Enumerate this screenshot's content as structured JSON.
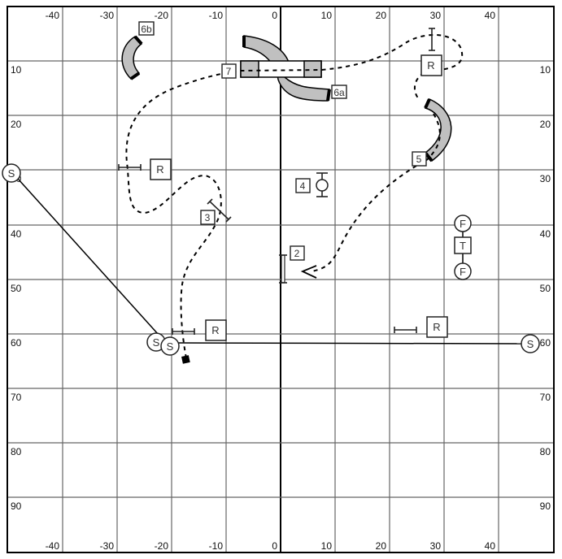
{
  "diagram": {
    "type": "agility course map",
    "x_axis": {
      "top_labels": [
        "-40",
        "-30",
        "-20",
        "-10",
        "0",
        "10",
        "20",
        "30",
        "40"
      ],
      "bottom_labels": [
        "-40",
        "-30",
        "-20",
        "-10",
        "0",
        "10",
        "20",
        "30",
        "40"
      ]
    },
    "y_axis": {
      "left_labels": [
        "10",
        "20",
        "30",
        "40",
        "50",
        "60",
        "70",
        "80",
        "90"
      ],
      "right_labels": [
        "10",
        "20",
        "30",
        "40",
        "50",
        "60",
        "70",
        "80",
        "90"
      ]
    },
    "obstacles": {
      "o2": "2",
      "o3": "3",
      "o4": "4",
      "o5": "5",
      "o6a": "6a",
      "o6b": "6b",
      "o7": "7"
    },
    "markers": {
      "reward": "R",
      "start": "S",
      "food": "F",
      "toy": "T"
    }
  }
}
